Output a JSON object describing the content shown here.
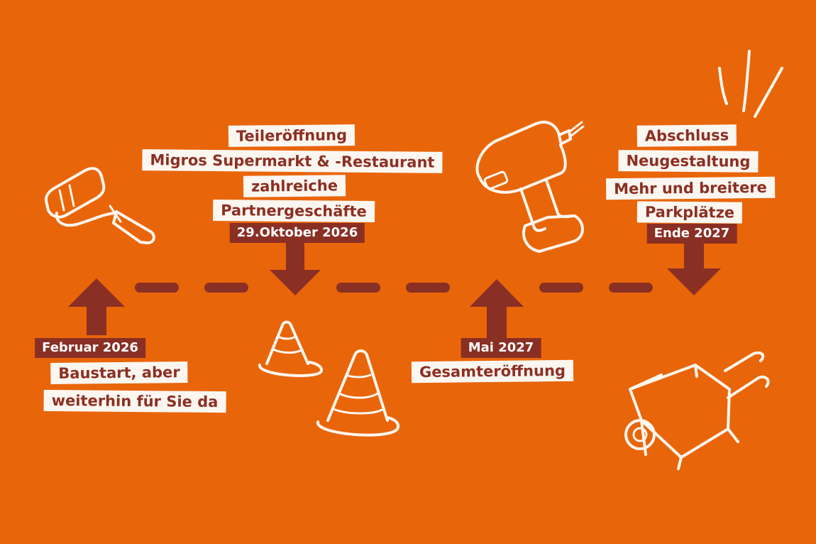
{
  "colors": {
    "background": "#e96509",
    "label_background": "#fbf6f0",
    "label_text": "#8c2f22",
    "date_background": "#8a2f24",
    "date_text": "#ffffff",
    "sketch": "#fff6ee"
  },
  "milestones": [
    {
      "date": "Februar 2026",
      "lines": [
        "Baustart, aber",
        "weiterhin für Sie da"
      ],
      "arrow": "up",
      "icon": "paint-roller-icon"
    },
    {
      "date": "29.Oktober 2026",
      "lines": [
        "Teileröffnung",
        "Migros Supermarkt & -Restaurant",
        "zahlreiche",
        "Partnergeschäfte"
      ],
      "arrow": "down",
      "icon": "traffic-cones-icon"
    },
    {
      "date": "Mai 2027",
      "lines": [
        "Gesamteröffnung"
      ],
      "arrow": "up",
      "icon": "drill-icon"
    },
    {
      "date": "Ende 2027",
      "lines": [
        "Abschluss",
        "Neugestaltung",
        "Mehr und breitere",
        "Parkplätze"
      ],
      "arrow": "down",
      "icon": "wheelbarrow-icon"
    }
  ]
}
